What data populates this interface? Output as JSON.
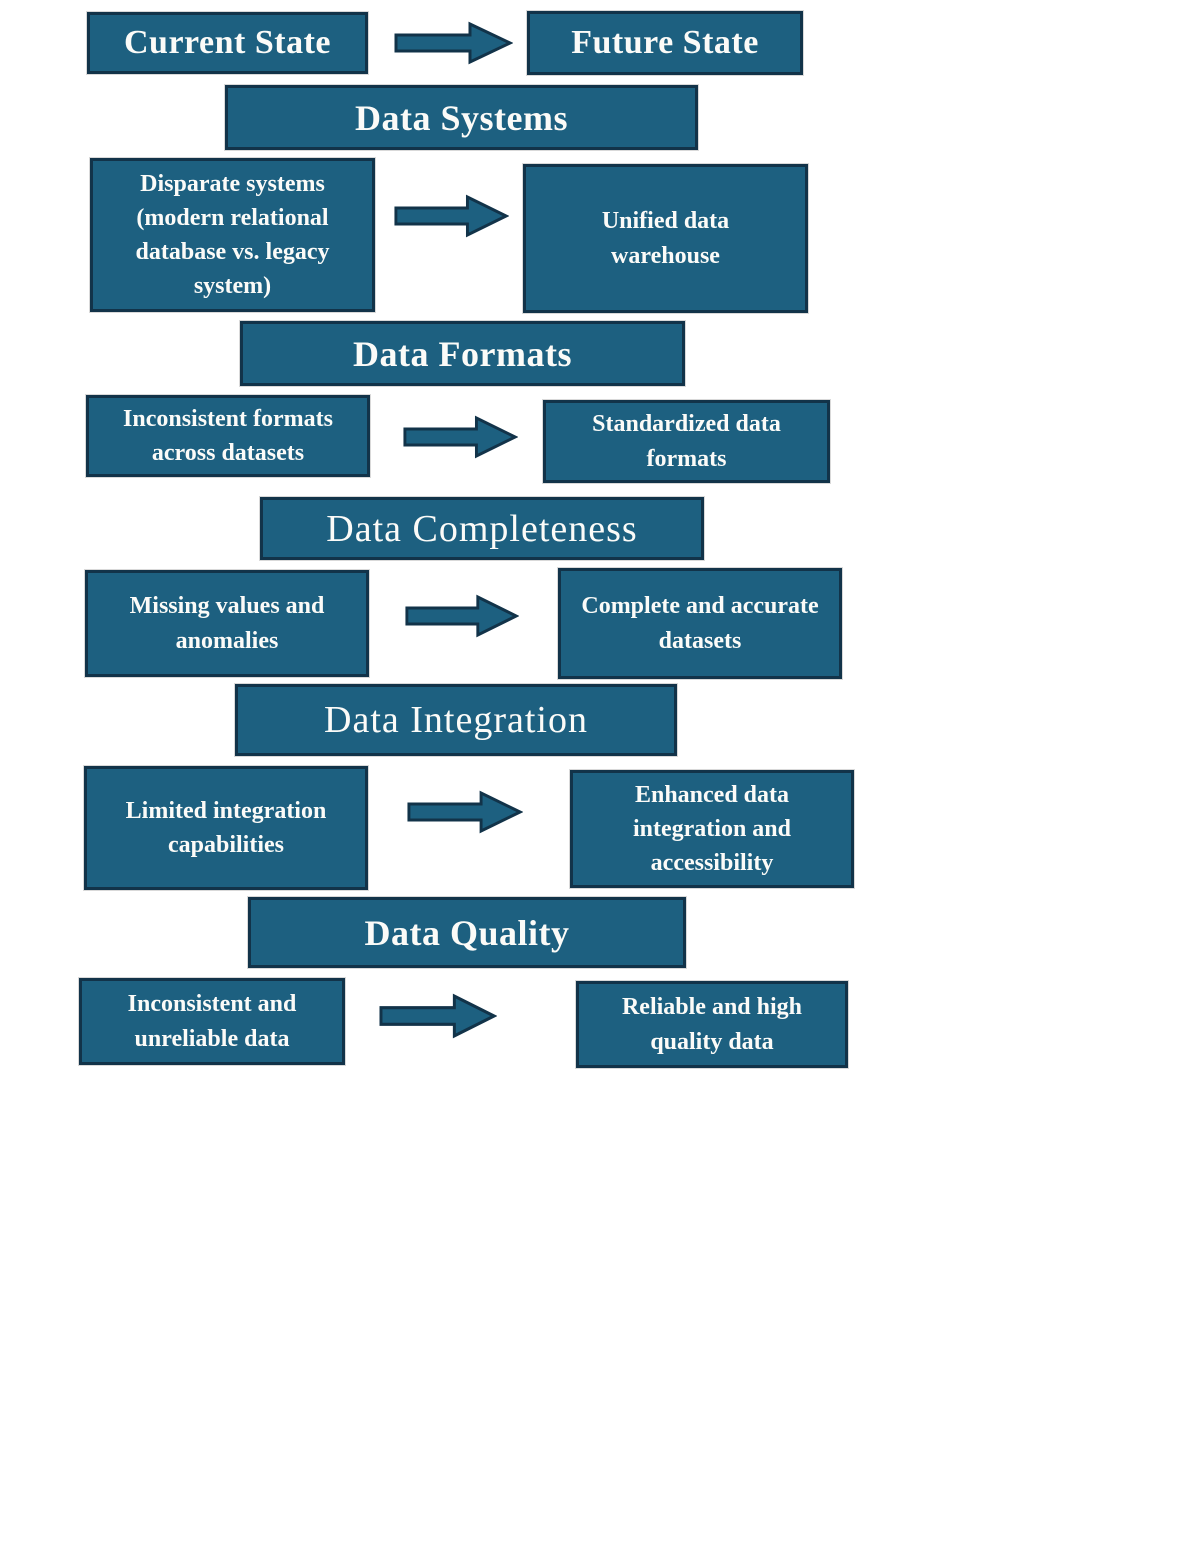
{
  "colors": {
    "box_fill": "#1D6080",
    "box_border": "#123349",
    "text": "#FBFBF8",
    "background": "#FFFFFF",
    "arrow_fill": "#1D6080",
    "arrow_outline": "#123349"
  },
  "top_row": {
    "current_label": "Current State",
    "future_label": "Future State"
  },
  "sections": [
    {
      "header": "Data Systems",
      "current": "Disparate systems (modern relational database vs. legacy system)",
      "future": "Unified data warehouse"
    },
    {
      "header": "Data Formats",
      "current": "Inconsistent formats across datasets",
      "future": "Standardized data formats"
    },
    {
      "header": "Data Completeness",
      "current": "Missing values and anomalies",
      "future": "Complete and accurate datasets"
    },
    {
      "header": "Data Integration",
      "current": "Limited integration capabilities",
      "future": "Enhanced data integration and accessibility"
    },
    {
      "header": "Data Quality",
      "current": "Inconsistent and unreliable data",
      "future": "Reliable and high quality data"
    }
  ]
}
